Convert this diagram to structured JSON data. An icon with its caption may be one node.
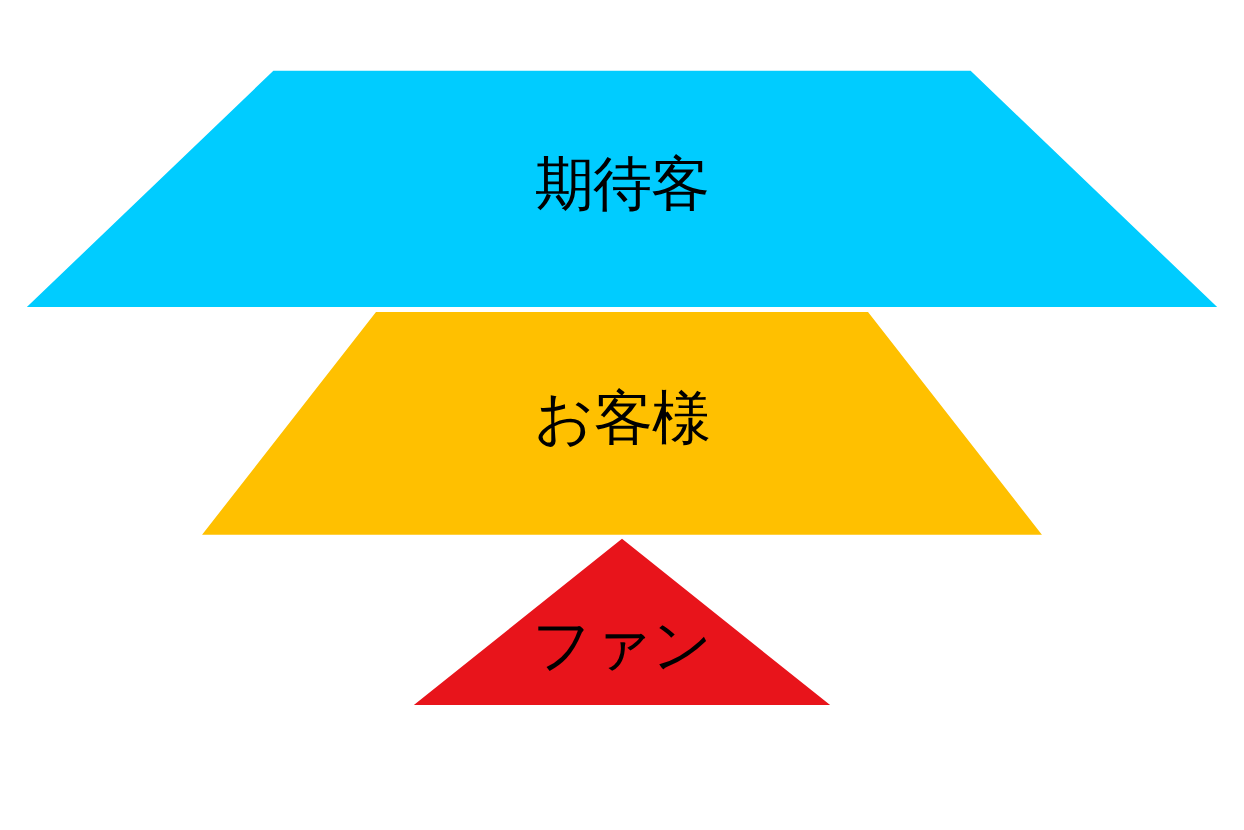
{
  "diagram": {
    "nodes": [
      {
        "text": [
          "ファン"
        ]
      },
      {
        "text": [
          "お客様"
        ]
      },
      {
        "text": [
          "期待客"
        ]
      }
    ]
  }
}
